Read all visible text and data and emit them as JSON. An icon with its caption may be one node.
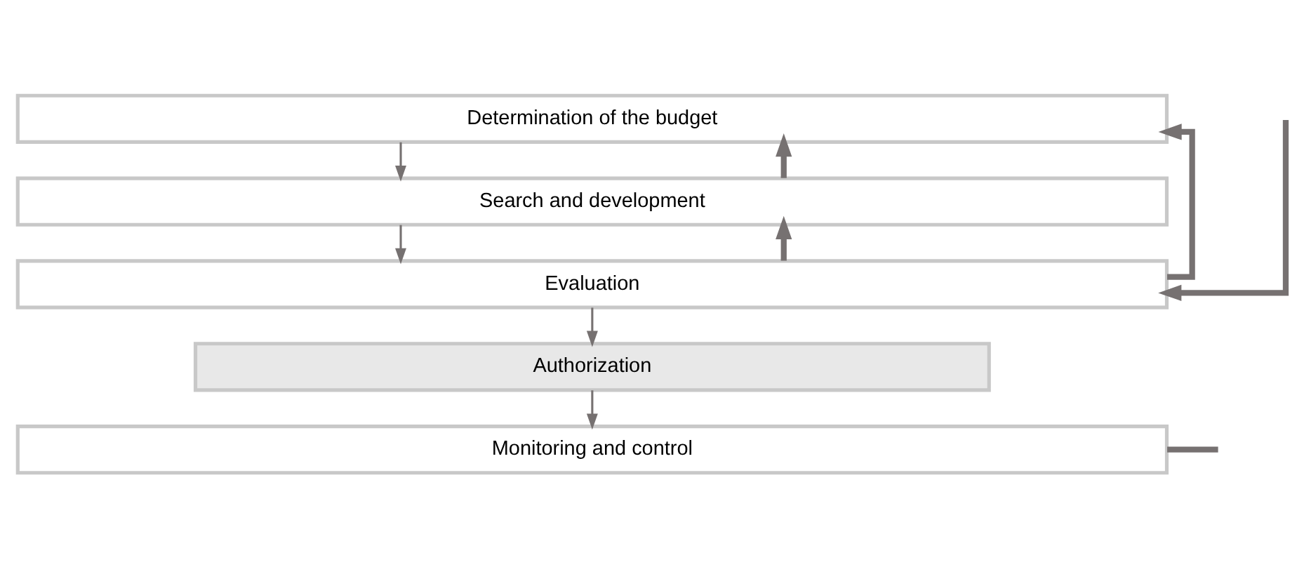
{
  "diagram": {
    "nodes": [
      {
        "text": [
          "Determination of the budget"
        ]
      },
      {
        "text": [
          "Search and development"
        ]
      },
      {
        "text": [
          "Evaluation"
        ]
      },
      {
        "text": [
          "Authorization"
        ]
      },
      {
        "text": [
          "Monitoring and control"
        ]
      }
    ],
    "edges": [
      {
        "from": 0,
        "to": 1,
        "arrow": "to"
      },
      {
        "from": 1,
        "to": 2,
        "arrow": "to"
      },
      {
        "from": 2,
        "to": 3,
        "arrow": "to"
      },
      {
        "from": 3,
        "to": 4,
        "arrow": "to"
      },
      {
        "from": 2,
        "to": 0,
        "arrow": "to"
      },
      {
        "from": 2,
        "to": 1,
        "arrow": "to"
      },
      {
        "from": 1,
        "to": 0,
        "arrow": "to"
      },
      {
        "from": null,
        "to": 2,
        "arrow": "to"
      },
      {
        "from": 4,
        "to": null,
        "arrow": "none"
      }
    ]
  }
}
